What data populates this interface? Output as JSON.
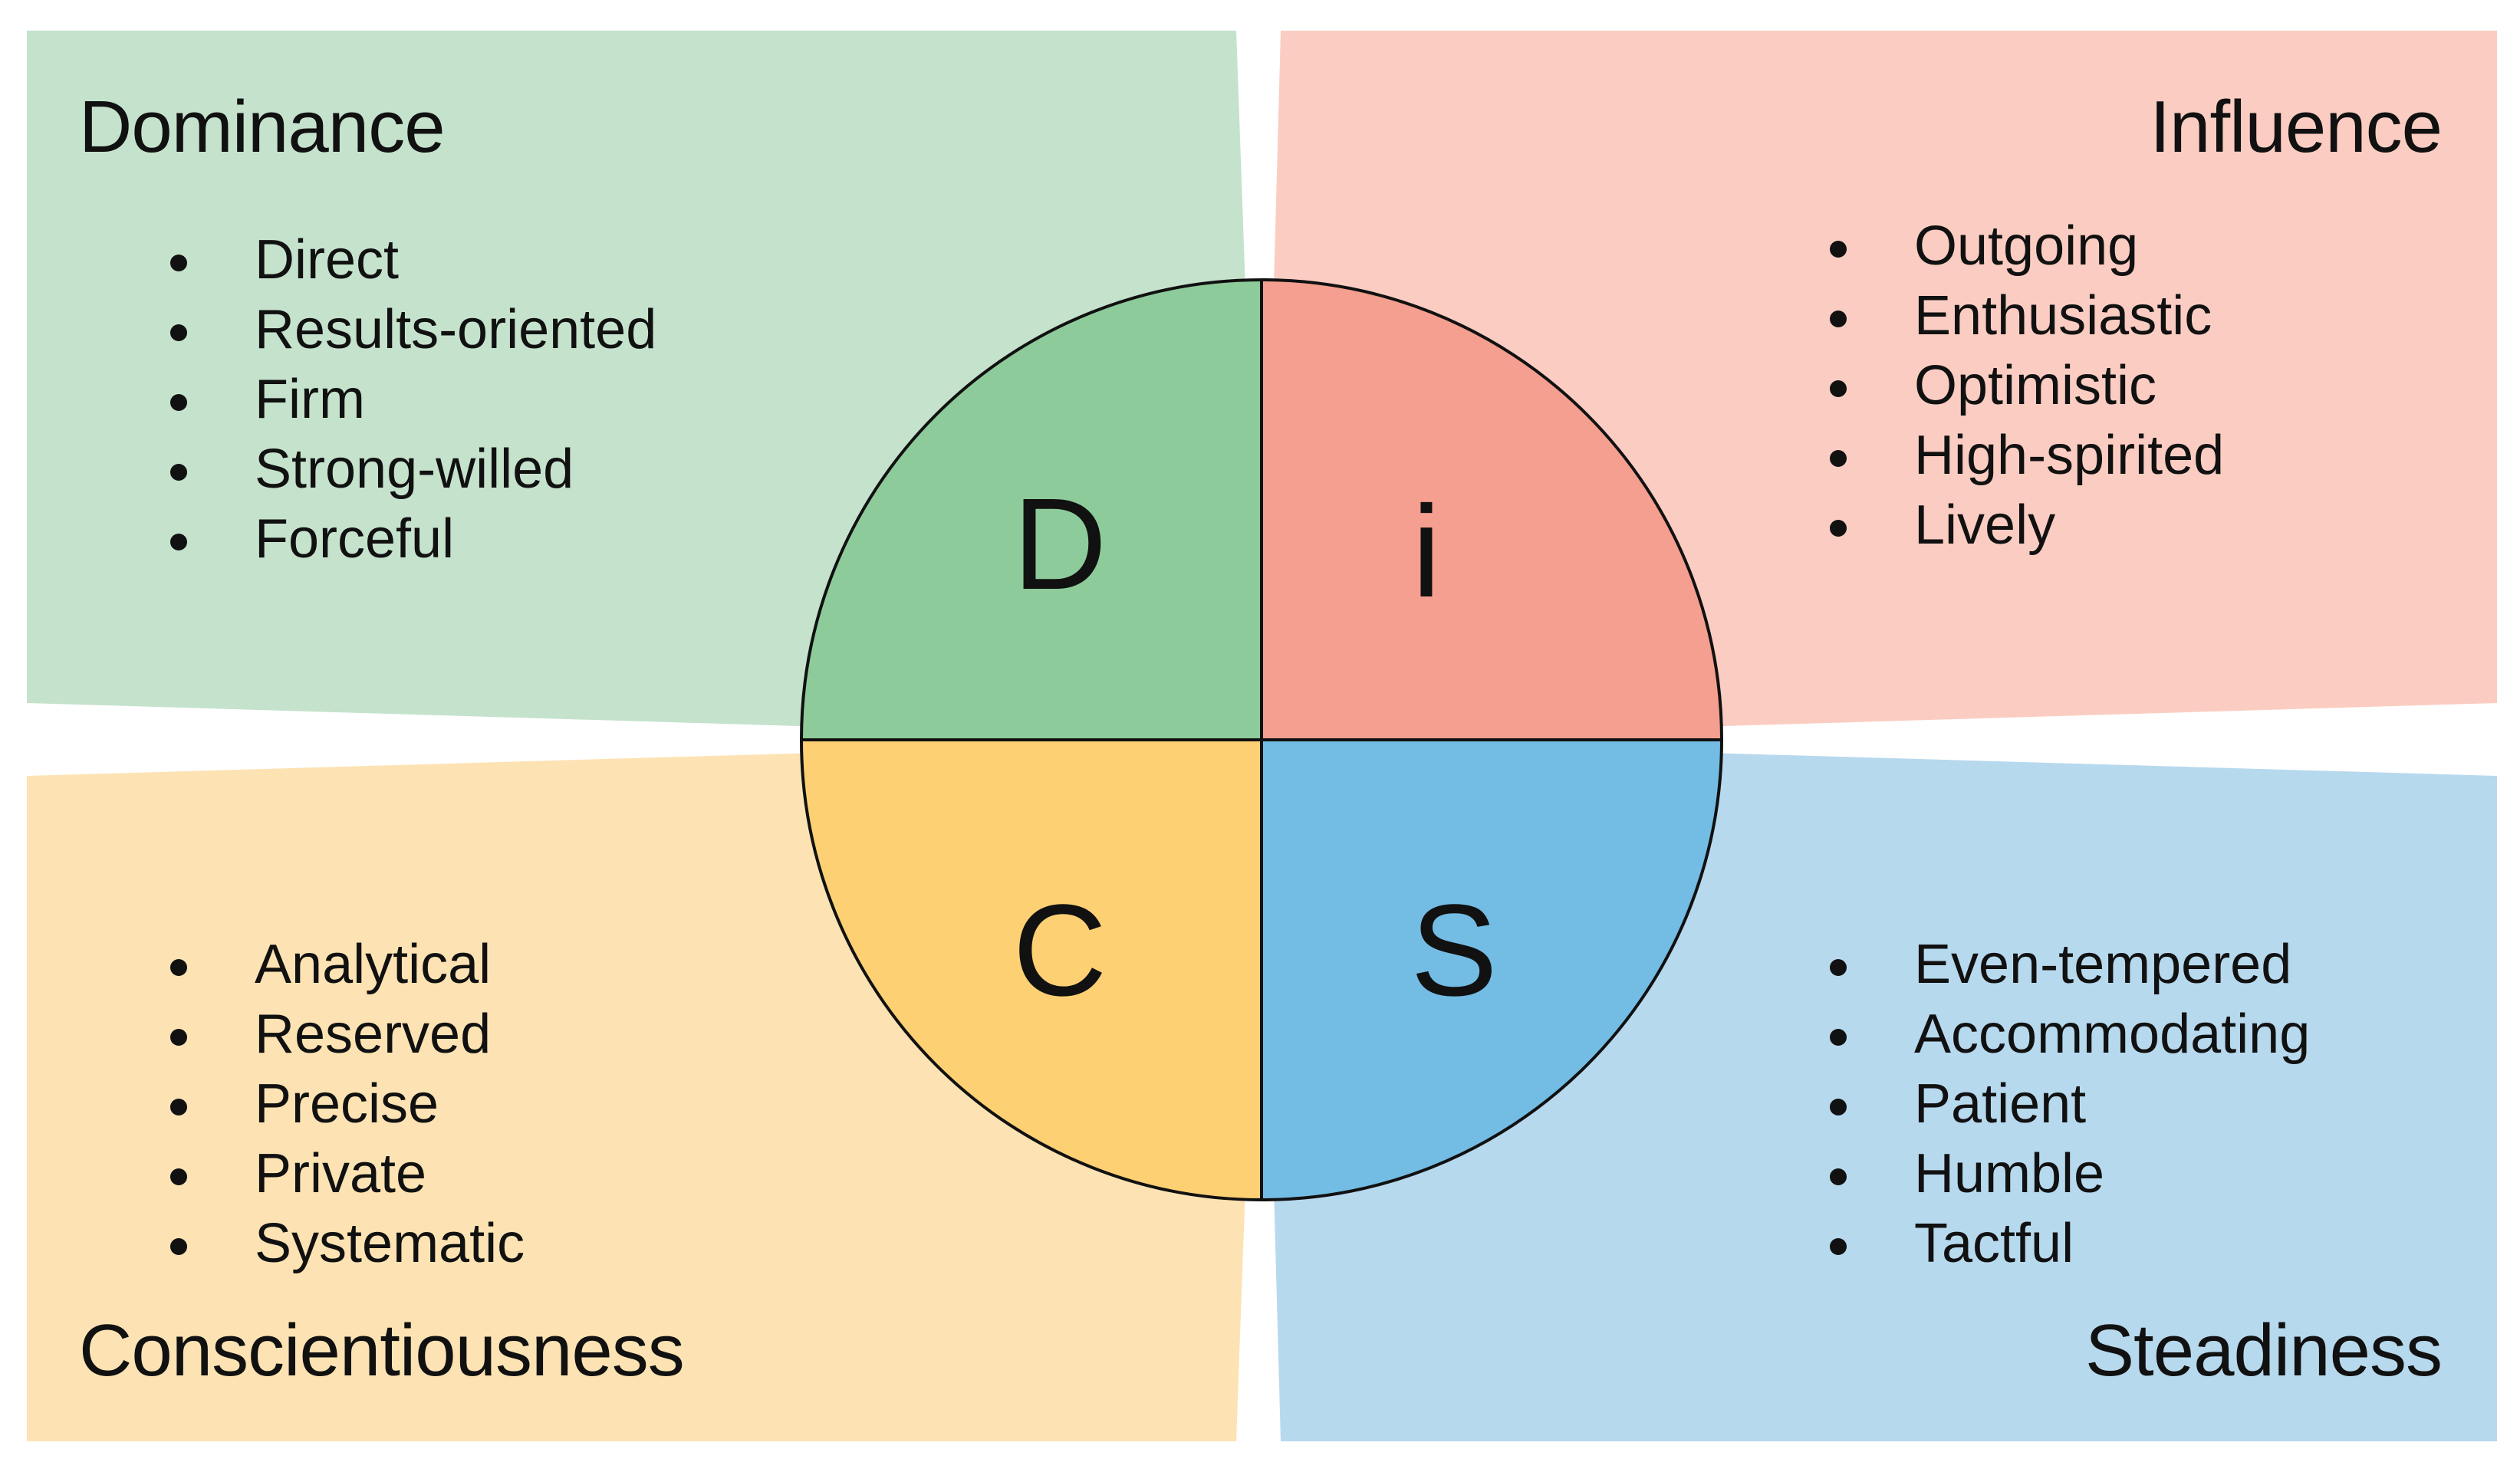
{
  "colors": {
    "dominance_bg": "#c5e2cd",
    "dominance_fill": "#8ecb9b",
    "influence_bg": "#fbcdc2",
    "influence_fill": "#f49f8f",
    "steadiness_bg": "#b7d9ee",
    "steadiness_fill": "#73bce4",
    "conscientiousness_bg": "#fde3b3",
    "conscientiousness_fill": "#fdd074",
    "outline": "#111111"
  },
  "quadrants": {
    "dominance": {
      "title": "Dominance",
      "letter": "D",
      "traits": [
        "Direct",
        "Results-oriented",
        "Firm",
        "Strong-willed",
        "Forceful"
      ]
    },
    "influence": {
      "title": "Influence",
      "letter": "i",
      "traits": [
        "Outgoing",
        "Enthusiastic",
        "Optimistic",
        "High-spirited",
        "Lively"
      ]
    },
    "steadiness": {
      "title": "Steadiness",
      "letter": "S",
      "traits": [
        "Even-tempered",
        "Accommodating",
        "Patient",
        "Humble",
        "Tactful"
      ]
    },
    "conscientiousness": {
      "title": "Conscientiousness",
      "letter": "C",
      "traits": [
        "Analytical",
        "Reserved",
        "Precise",
        "Private",
        "Systematic"
      ]
    }
  }
}
